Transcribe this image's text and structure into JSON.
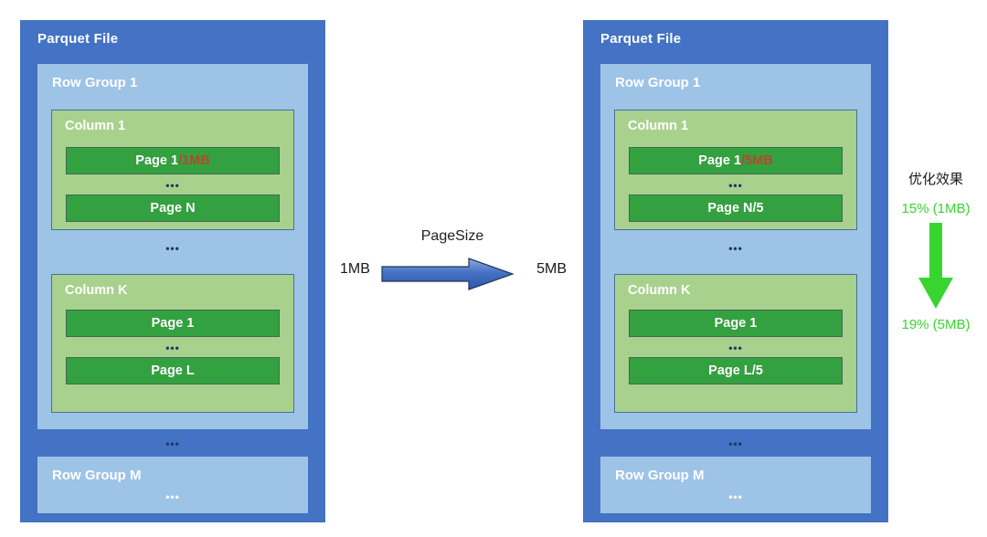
{
  "panels": [
    {
      "id": "before",
      "title": "Parquet File",
      "row_groups": [
        {
          "title": "Row Group 1",
          "columns": [
            {
              "title": "Column 1",
              "pages": [
                {
                  "label": "Page 1",
                  "suffix": "/1MB"
                },
                {
                  "label": "Page N",
                  "suffix": ""
                }
              ]
            },
            {
              "title": "Column K",
              "pages": [
                {
                  "label": "Page 1",
                  "suffix": ""
                },
                {
                  "label": "Page L",
                  "suffix": ""
                }
              ]
            }
          ]
        },
        {
          "title": "Row Group M"
        }
      ]
    },
    {
      "id": "after",
      "title": "Parquet File",
      "row_groups": [
        {
          "title": "Row Group 1",
          "columns": [
            {
              "title": "Column 1",
              "pages": [
                {
                  "label": "Page 1",
                  "suffix": "/5MB"
                },
                {
                  "label": "Page N/5",
                  "suffix": ""
                }
              ]
            },
            {
              "title": "Column K",
              "pages": [
                {
                  "label": "Page 1",
                  "suffix": ""
                },
                {
                  "label": "Page L/5",
                  "suffix": ""
                }
              ]
            }
          ]
        },
        {
          "title": "Row Group M"
        }
      ]
    }
  ],
  "ellipsis": "•••",
  "transition": {
    "label": "PageSize",
    "from": "1MB",
    "to": "5MB",
    "arrow_icon": "arrow-right-icon",
    "arrow_color": "#4472c4"
  },
  "annotation": {
    "title": "优化效果",
    "top_value": "15% (1MB)",
    "bottom_value": "19% (5MB)",
    "arrow_icon": "arrow-down-icon",
    "arrow_color": "#38d430",
    "value_color": "#38d430"
  },
  "colors": {
    "panel_blue": "#4472c4",
    "row_group_blue": "#9dc3e6",
    "column_green": "#a9d18e",
    "page_green": "#34a140",
    "suffix_red": "#b5472e"
  }
}
